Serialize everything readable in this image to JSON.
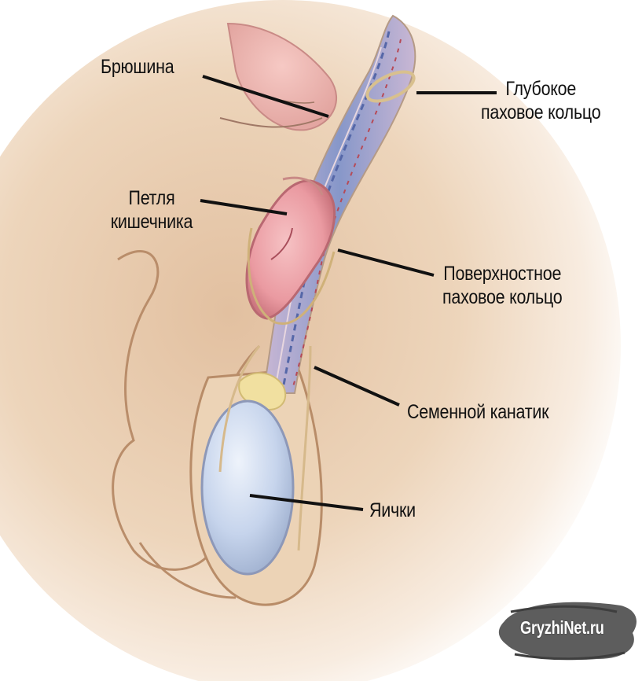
{
  "labels": {
    "peritoneum": "Брюшина",
    "deep_ring_line1": "Глубокое",
    "deep_ring_line2": "паховое кольцо",
    "bowel_loop_line1": "Петля",
    "bowel_loop_line2": "кишечника",
    "superficial_ring_line1": "Поверхностное",
    "superficial_ring_line2": "паховое кольцо",
    "spermatic_cord": "Семенной канатик",
    "testicles": "Яички"
  },
  "watermark": {
    "text": "GryzhiNet.ru"
  },
  "colors": {
    "skin": "#e9cfb2",
    "skin_shadow": "#c9a685",
    "bowel": "#ec9fa5",
    "cord_vessels": "#7d8fc4",
    "testicle": "#c8d6ee",
    "fat": "#f2e3a6",
    "leader_line": "#111111"
  },
  "icons": [
    "illustration-anatomy-icon",
    "watermark-brush-icon"
  ]
}
